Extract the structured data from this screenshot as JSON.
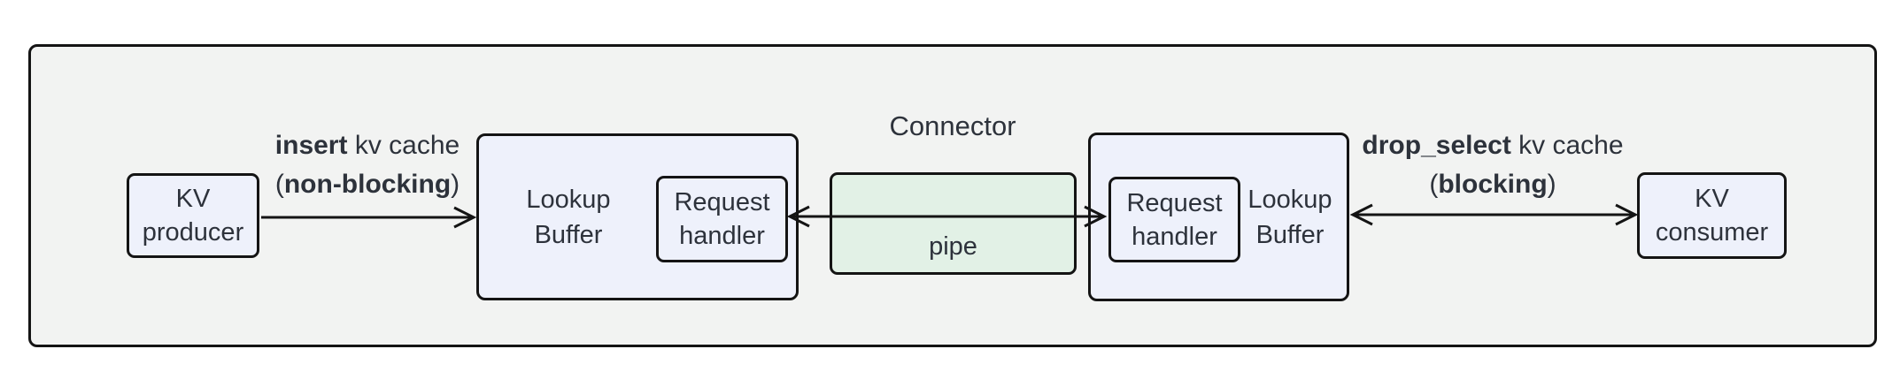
{
  "diagram": {
    "title": "Connector",
    "colors": {
      "page_bg": "#ffffff",
      "container_bg": "#f2f3f2",
      "node_bg": "#eef1fb",
      "pipe_bg": "#e2f1e6",
      "border": "#141414",
      "text": "#2d323b"
    },
    "nodes": {
      "kv_producer": {
        "line1": "KV",
        "line2": "producer"
      },
      "lookup_buffer_left": {
        "line1": "Lookup",
        "line2": "Buffer"
      },
      "request_handler_left": {
        "line1": "Request",
        "line2": "handler"
      },
      "pipe": {
        "label": "pipe"
      },
      "request_handler_right": {
        "line1": "Request",
        "line2": "handler"
      },
      "lookup_buffer_right": {
        "line1": "Lookup",
        "line2": "Buffer"
      },
      "kv_consumer": {
        "line1": "KV",
        "line2": "consumer"
      }
    },
    "edges": {
      "insert": {
        "line1_bold": "insert",
        "line1_rest": " kv cache",
        "line2_pre": "(",
        "line2_bold": "non-blocking",
        "line2_post": ")"
      },
      "drop_select": {
        "line1_bold": "drop_select",
        "line1_rest": " kv cache",
        "line2_pre": "(",
        "line2_bold": "blocking",
        "line2_post": ")"
      }
    }
  }
}
